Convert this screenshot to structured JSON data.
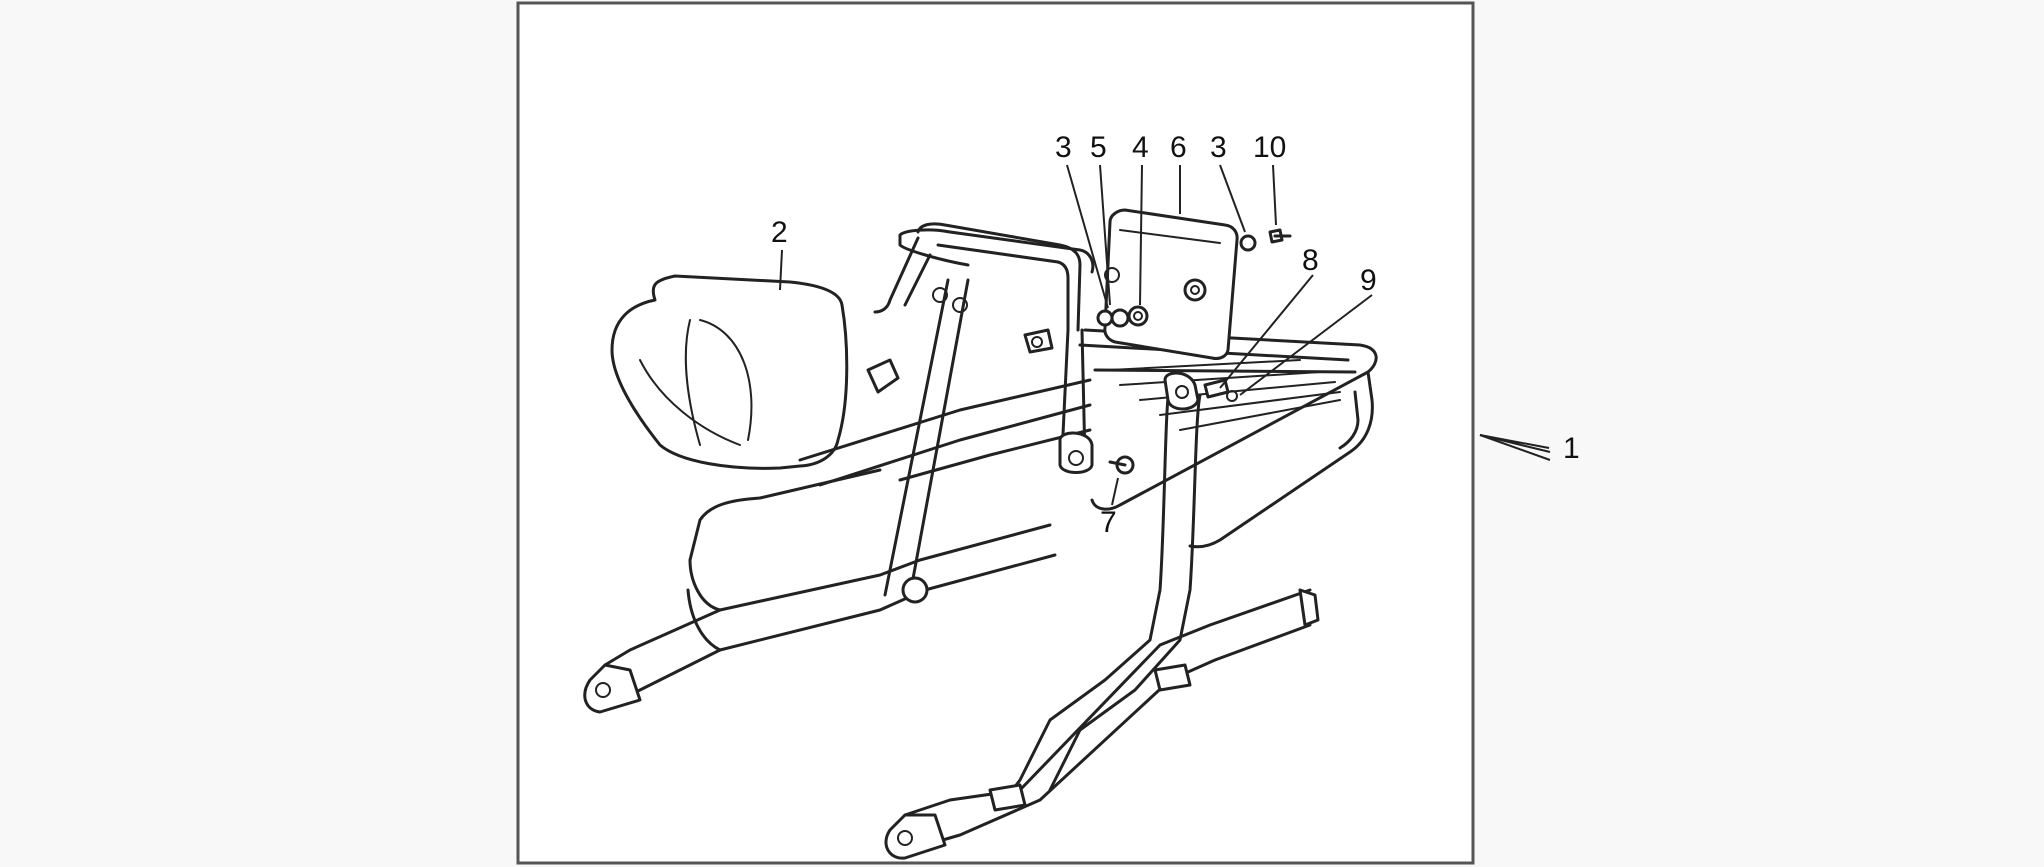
{
  "diagram": {
    "callouts": {
      "c1": "1",
      "c2": "2",
      "c3a": "3",
      "c5": "5",
      "c4": "4",
      "c6": "6",
      "c3b": "3",
      "c10": "10",
      "c8": "8",
      "c9": "9",
      "c7": "7"
    },
    "colors": {
      "background": "#f8f8f8",
      "panel": "#ffffff",
      "line": "#222222"
    }
  }
}
